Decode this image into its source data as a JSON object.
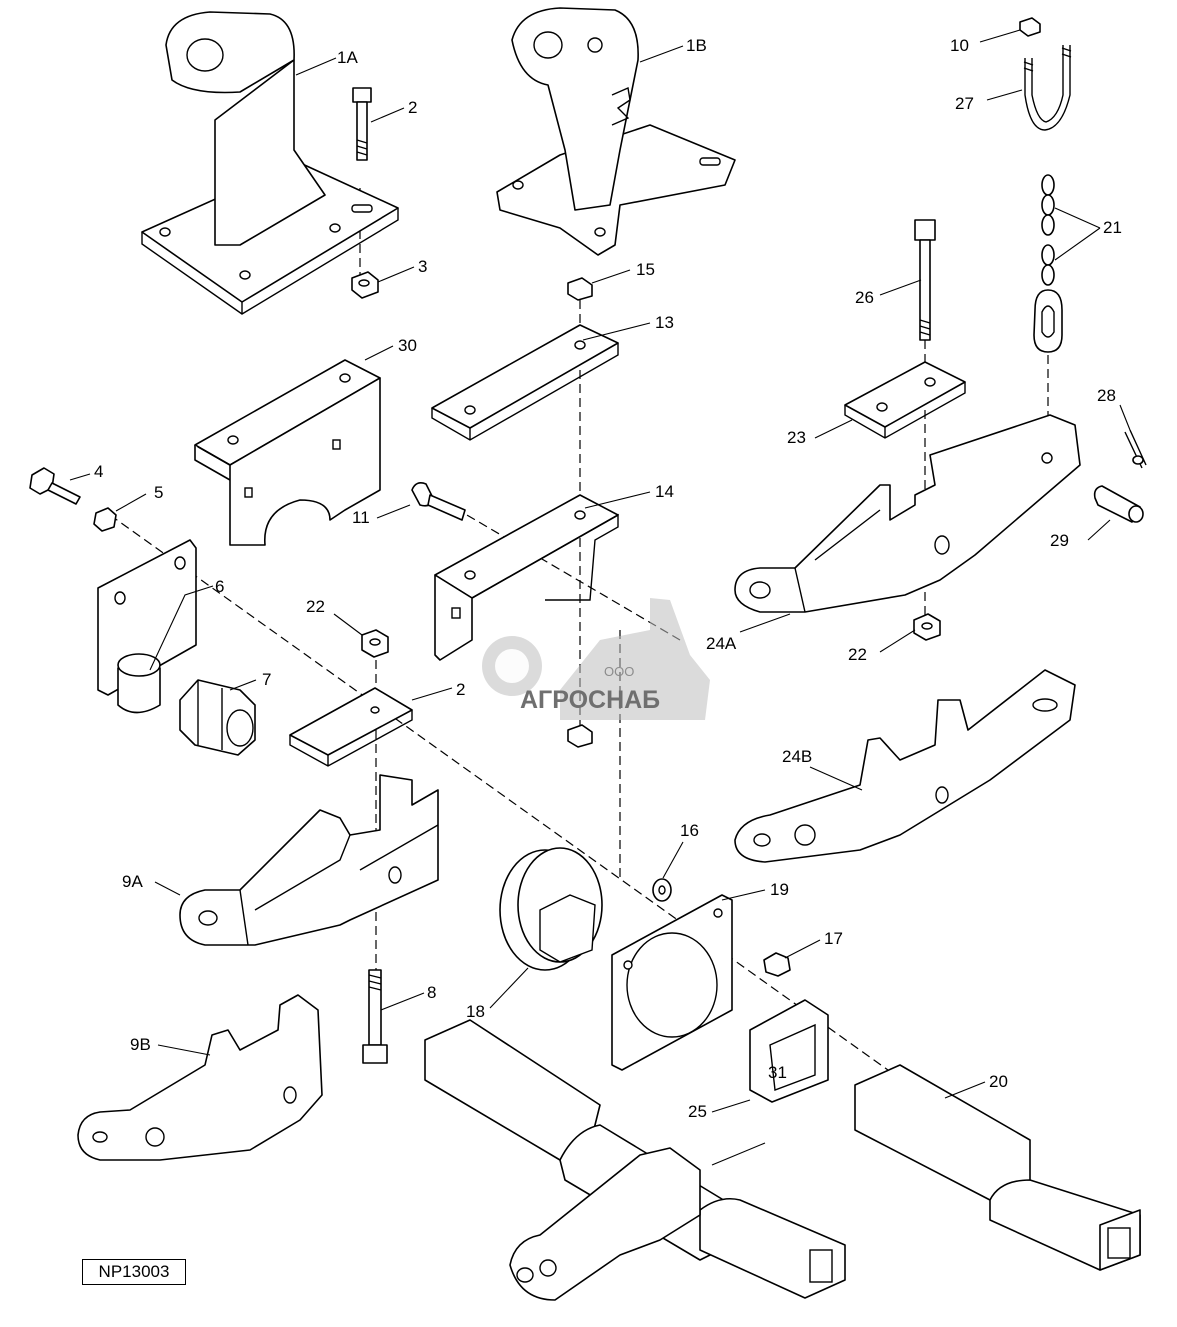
{
  "diagram": {
    "reference_code": "NP13003",
    "watermark": {
      "company_prefix": "ООО",
      "company_name": "АГРОСНАБ"
    },
    "callouts": [
      "1A",
      "1B",
      "2",
      "3",
      "4",
      "5",
      "6",
      "7",
      "8",
      "9A",
      "9B",
      "10",
      "11",
      "13",
      "14",
      "15",
      "16",
      "17",
      "18",
      "19",
      "20",
      "21",
      "22",
      "22",
      "23",
      "24A",
      "24B",
      "25",
      "26",
      "27",
      "28",
      "29",
      "30",
      "31",
      "2"
    ],
    "colors": {
      "line": "#000000",
      "background": "#ffffff",
      "watermark": "#bdbdbd"
    }
  }
}
